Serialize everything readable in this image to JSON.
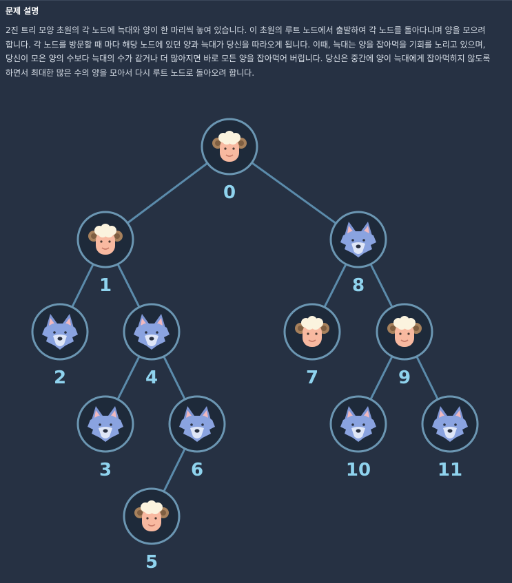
{
  "section_title": "문제 설명",
  "description": "2진 트리 모양 초원의 각 노드에 늑대와 양이 한 마리씩 놓여 있습니다. 이 초원의 루트 노드에서 출발하여 각 노드를 돌아다니며 양을 모으려 합니다. 각 노드를 방문할 때 마다 해당 노드에 있던 양과 늑대가 당신을 따라오게 됩니다. 이때, 늑대는 양을 잡아먹을 기회를 노리고 있으며, 당신이 모은 양의 수보다 늑대의 수가 같거나 더 많아지면 바로 모든 양을 잡아먹어 버립니다. 당신은 중간에 양이 늑대에게 잡아먹히지 않도록 하면서 최대한 많은 수의 양을 모아서 다시 루트 노드로 돌아오려 합니다.",
  "tree": {
    "nodes": [
      {
        "id": "0",
        "animal": "sheep"
      },
      {
        "id": "1",
        "animal": "sheep"
      },
      {
        "id": "8",
        "animal": "wolf"
      },
      {
        "id": "2",
        "animal": "wolf"
      },
      {
        "id": "4",
        "animal": "wolf"
      },
      {
        "id": "7",
        "animal": "sheep"
      },
      {
        "id": "9",
        "animal": "sheep"
      },
      {
        "id": "3",
        "animal": "wolf"
      },
      {
        "id": "6",
        "animal": "wolf"
      },
      {
        "id": "10",
        "animal": "wolf"
      },
      {
        "id": "11",
        "animal": "wolf"
      },
      {
        "id": "5",
        "animal": "sheep"
      }
    ],
    "edges": [
      [
        "0",
        "1"
      ],
      [
        "0",
        "8"
      ],
      [
        "1",
        "2"
      ],
      [
        "1",
        "4"
      ],
      [
        "4",
        "3"
      ],
      [
        "4",
        "6"
      ],
      [
        "6",
        "5"
      ],
      [
        "8",
        "7"
      ],
      [
        "8",
        "9"
      ],
      [
        "9",
        "10"
      ],
      [
        "9",
        "11"
      ]
    ]
  }
}
